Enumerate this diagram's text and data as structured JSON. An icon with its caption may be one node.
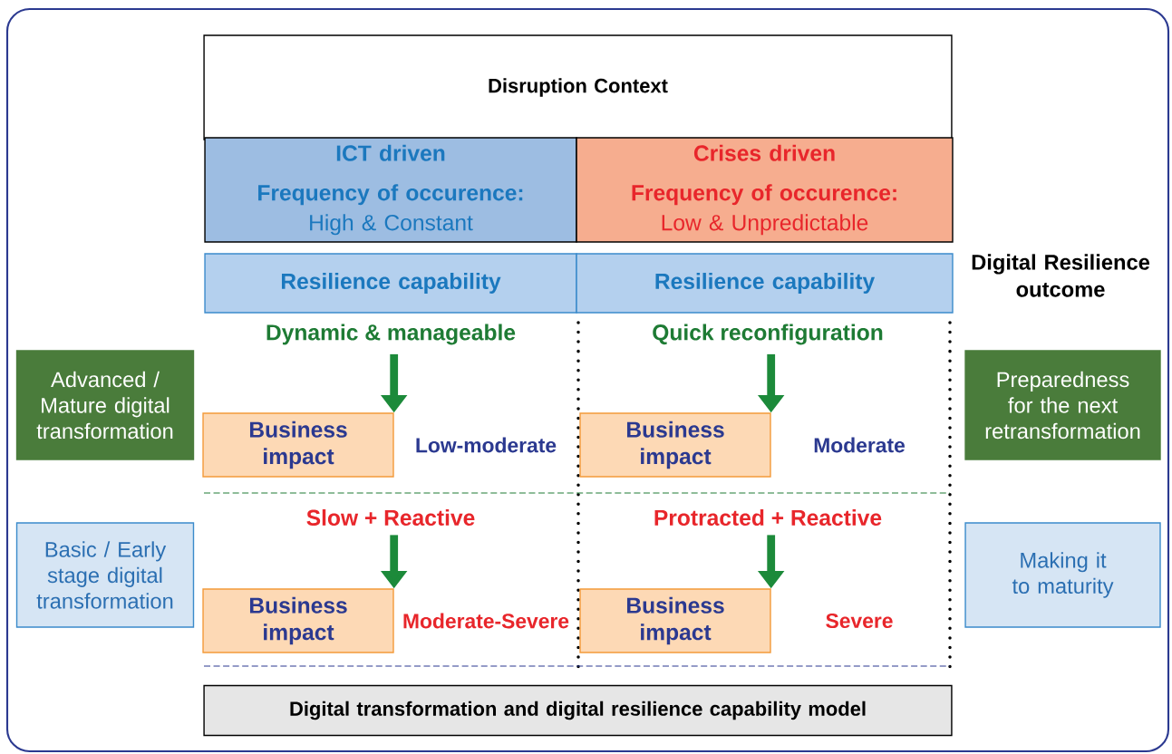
{
  "diagram": {
    "nodes": [
      {
        "text": [
          "Disruption Context"
        ]
      },
      {
        "text": [
          "ICT driven",
          "Frequency of occurence:",
          "High & Constant"
        ]
      },
      {
        "text": [
          "Crises driven",
          "Frequency of occurence:",
          "Low & Unpredictable"
        ]
      },
      {
        "text": [
          "Resilience capability"
        ]
      },
      {
        "text": [
          "Resilience capability"
        ]
      },
      {
        "text": [
          "Dynamic & manageable"
        ]
      },
      {
        "text": [
          "Business impact"
        ],
        "beside": [
          "Low-moderate"
        ]
      },
      {
        "text": [
          "Quick reconfiguration"
        ]
      },
      {
        "text": [
          "Business impact"
        ],
        "beside": [
          "Moderate"
        ]
      },
      {
        "text": [
          "Slow + Reactive"
        ]
      },
      {
        "text": [
          "Business impact"
        ],
        "beside": [
          "Moderate-Severe"
        ]
      },
      {
        "text": [
          "Protracted + Reactive"
        ]
      },
      {
        "text": [
          "Business impact"
        ],
        "beside": [
          "Severe"
        ]
      },
      {
        "text": [
          "Advanced / Mature digital transformation"
        ]
      },
      {
        "text": [
          "Basic / Early stage digital transformation"
        ]
      },
      {
        "text": [
          "Preparedness for the next retransformation"
        ]
      },
      {
        "text": [
          "Making it to maturity"
        ]
      },
      {
        "text": [
          "Digital transformation and digital resilience capability model"
        ]
      }
    ],
    "edges": [
      {
        "from": 5,
        "to": 6,
        "arrow": "to"
      },
      {
        "from": 7,
        "to": 8,
        "arrow": "to"
      },
      {
        "from": 9,
        "to": 10,
        "arrow": "to"
      },
      {
        "from": 11,
        "to": 12,
        "arrow": "to"
      }
    ],
    "labels": [
      "Digital Resilience outcome"
    ]
  }
}
